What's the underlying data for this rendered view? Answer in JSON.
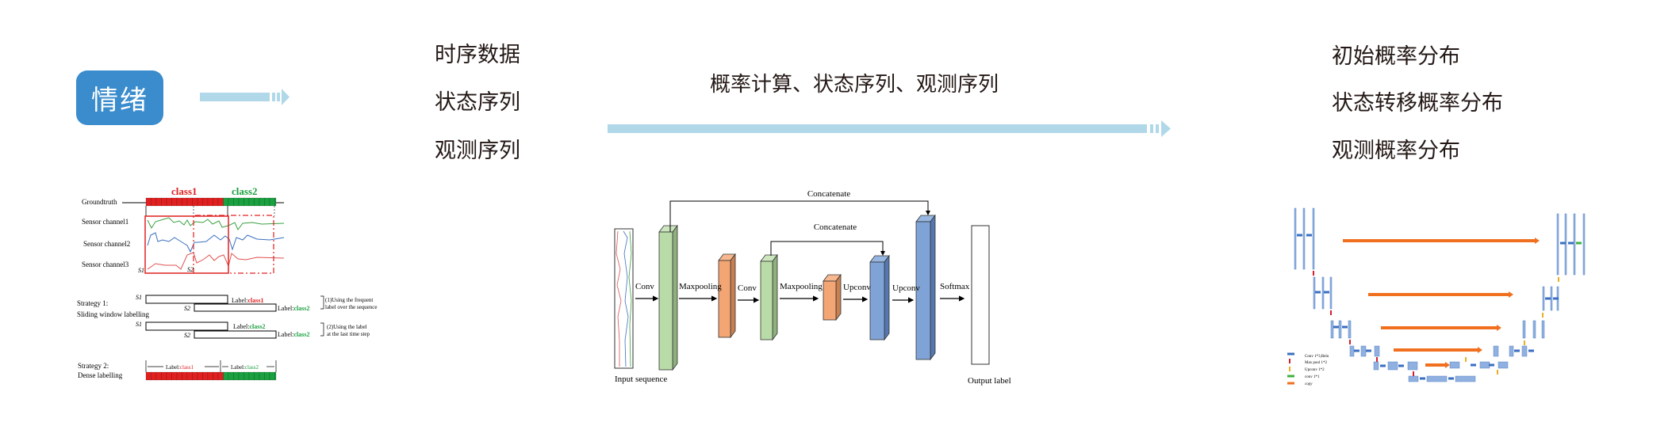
{
  "emotion_badge": {
    "label": "情绪",
    "color": "#3a8ccd"
  },
  "inputs": [
    "时序数据",
    "状态序列",
    "观测序列"
  ],
  "process_title": "概率计算、状态序列、观测序列",
  "outputs": [
    "初始概率分布",
    "状态转移概率分布",
    "观测概率分布"
  ],
  "arrow_color": "#b0d8e8",
  "labelling_diagram": {
    "class1": "class1",
    "class2": "class2",
    "class1_color": "#e02020",
    "class2_color": "#1aa040",
    "groundtruth": "Groundtruth",
    "channels": [
      "Sensor channel1",
      "Sensor channel2",
      "Sensor channel3"
    ],
    "s1": "S1",
    "s2": "S2",
    "strategy1_title": "Strategy 1:",
    "strategy1_name": "Sliding window labelling",
    "label_prefix": "Label:",
    "note1_line1": "(1)Using the frequent",
    "note1_line2": "label over the sequence",
    "note2_line1": "(2)Using the label",
    "note2_line2": "at the last time step",
    "strategy2_title": "Strategy 2:",
    "strategy2_name": "Dense labelling"
  },
  "unet_diagram": {
    "concat_outer": "Concatenate",
    "concat_inner": "Concatenate",
    "ops": [
      "Conv",
      "Maxpooling",
      "Conv",
      "Maxpooling",
      "Upconv",
      "Upconv",
      "Softmax"
    ],
    "input_label": "Input sequence",
    "output_label": "Output label",
    "colors": {
      "green": "#b9dba8",
      "orange": "#f4a574",
      "blue": "#7fa3d6"
    }
  },
  "unet_detail_diagram": {
    "legend": [
      "Conv 1*3,Relu",
      "Max pool 1*2",
      "Upconv 1*2",
      "conv 1*1",
      "copy"
    ],
    "legend_colors": [
      "#3a6fc0",
      "#d02030",
      "#e8b020",
      "#40b040",
      "#f07020"
    ]
  }
}
